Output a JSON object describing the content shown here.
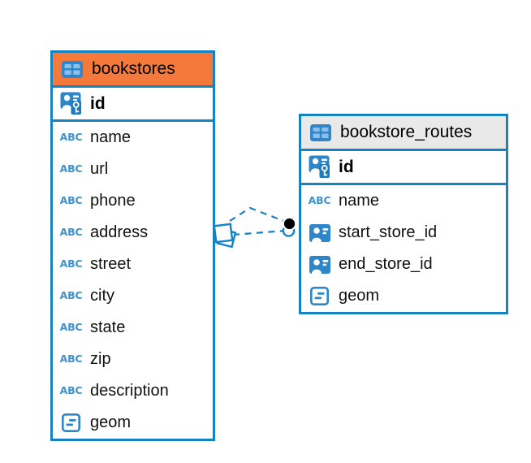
{
  "colors": {
    "accent_blue": "#1582C4",
    "orange_header": "#F5793B",
    "gray_header": "#E9E9E9",
    "icon_blue": "#2E86C9",
    "text": "#000000"
  },
  "icons": {
    "text_type_label": "ABC"
  },
  "tables": [
    {
      "name": "bookstores",
      "header_style": "orange",
      "primary_key": "id",
      "columns": [
        "name",
        "url",
        "phone",
        "address",
        "street",
        "city",
        "state",
        "zip",
        "description",
        "geom"
      ],
      "column_types": [
        "text",
        "text",
        "text",
        "text",
        "text",
        "text",
        "text",
        "text",
        "text",
        "object"
      ]
    },
    {
      "name": "bookstore_routes",
      "header_style": "gray",
      "primary_key": "id",
      "columns": [
        "name",
        "start_store_id",
        "end_store_id",
        "geom"
      ],
      "column_types": [
        "text",
        "reference",
        "reference",
        "object"
      ]
    }
  ],
  "relationship": {
    "from": "bookstores",
    "to": "bookstore_routes",
    "line_count": 2,
    "style": "dashed",
    "source_marker": "stacked-squares",
    "target_marker": "circle-pair"
  }
}
